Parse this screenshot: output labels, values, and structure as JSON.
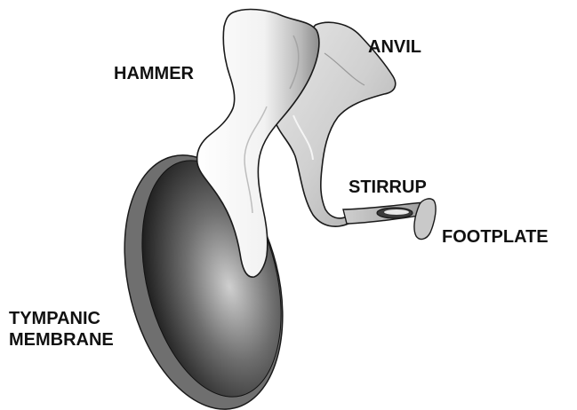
{
  "labels": {
    "hammer": "HAMMER",
    "anvil": "ANVIL",
    "stirrup": "STIRRUP",
    "footplate": "FOOTPLATE",
    "tympanic_line1": "TYMPANIC",
    "tympanic_line2": "MEMBRANE"
  },
  "colors": {
    "membrane_dark": "#111111",
    "membrane_light": "#c8c8c8",
    "membrane_rim": "#7a7a7a",
    "bone_light": "#ffffff",
    "bone_mid": "#d9d9d9",
    "bone_shadow": "#8a8a8a",
    "outline": "#1a1a1a"
  }
}
